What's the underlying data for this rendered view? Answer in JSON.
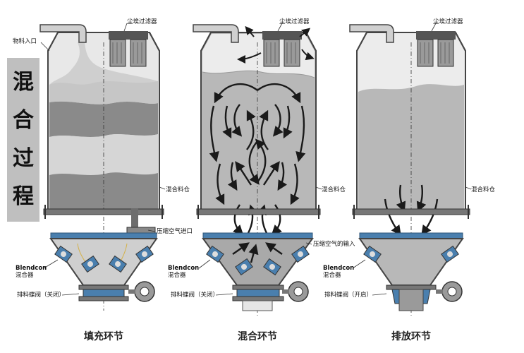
{
  "side_title": [
    "混",
    "合",
    "过",
    "程"
  ],
  "labels": {
    "dust_filter": "尘埃过滤器",
    "material_inlet": "物料入口",
    "blending_bin": "混合料仓",
    "compressed_air_inlet": "压缩空气进口",
    "compressed_air_input": "压缩空气的输入",
    "blendcon_brand": "Blendcon",
    "blendcon_mixer": "混合器",
    "discharge_valve_closed": "排料蝶阀（关闭）",
    "discharge_valve_open": "排料蝶阀（开启）"
  },
  "captions": [
    "填充环节",
    "混合环节",
    "排放环节"
  ],
  "colors": {
    "bin_light": "#d9d9d9",
    "layer_dark": "#8a8a8a",
    "layer_light": "#d6d6d6",
    "powder_mid": "#a9a9a9",
    "steel": "#6c6c6c",
    "hopper_blue": "#4a7fae",
    "arrow": "#1a1a1a"
  }
}
